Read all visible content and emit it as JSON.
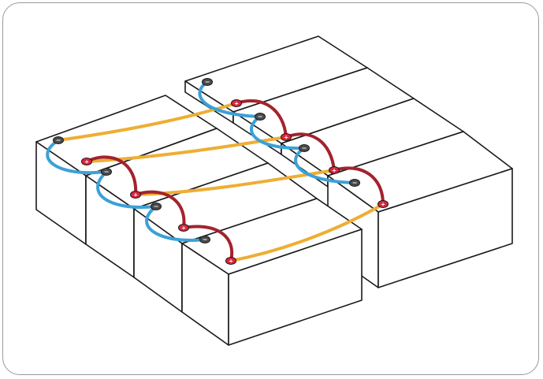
{
  "colors": {
    "positive_cable": "#a3232d",
    "negative_cable": "#3ba1d8",
    "series_link_cable": "#eeae34",
    "battery_outline": "#1a1a1a",
    "battery_fill": "#ffffff",
    "terminal_positive": "#d7263d",
    "terminal_negative": "#4a4a4a",
    "frame_border": "#9a9a9a"
  },
  "terminal_symbols": {
    "positive": "+",
    "negative": "−"
  },
  "icons": {
    "battery": "battery-icon",
    "positive_terminal": "positive-terminal-icon",
    "negative_terminal": "negative-terminal-icon"
  },
  "banks": [
    {
      "name": "front-bank",
      "battery_count": 4
    },
    {
      "name": "back-bank",
      "battery_count": 4
    }
  ],
  "cables": {
    "series_link_count": 4
  }
}
